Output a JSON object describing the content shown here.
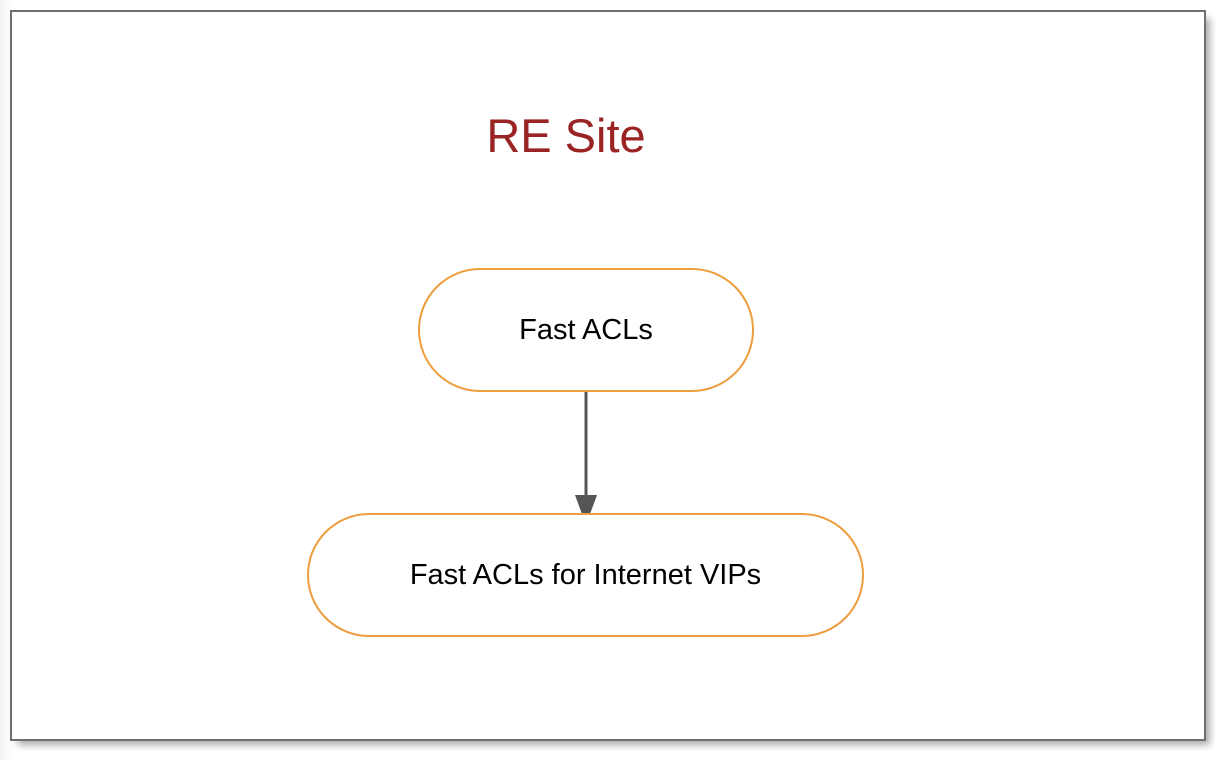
{
  "page": {
    "background_color": "#ffffff",
    "frame": {
      "border_color": "#6f6f71",
      "fill_color": "#ffffff",
      "has_drop_shadow": true
    }
  },
  "diagram": {
    "type": "flowchart",
    "orientation": "top-to-bottom",
    "title": "RE Site",
    "title_color": "#9a2423",
    "node_stroke_color": "#ee9d3e",
    "node_fill_color": "#ffffff",
    "node_text_color": "#000000",
    "edge_color": "#555555",
    "nodes": [
      {
        "id": "fast-acls",
        "label": "Fast ACLs",
        "shape": "stadium"
      },
      {
        "id": "fast-acls-internet-vips",
        "label": "Fast ACLs for Internet VIPs",
        "shape": "stadium"
      }
    ],
    "edges": [
      {
        "id": "edge-1",
        "from": "fast-acls",
        "to": "fast-acls-internet-vips",
        "label": "",
        "arrowhead": "solid-triangle",
        "direction": "down"
      }
    ]
  }
}
